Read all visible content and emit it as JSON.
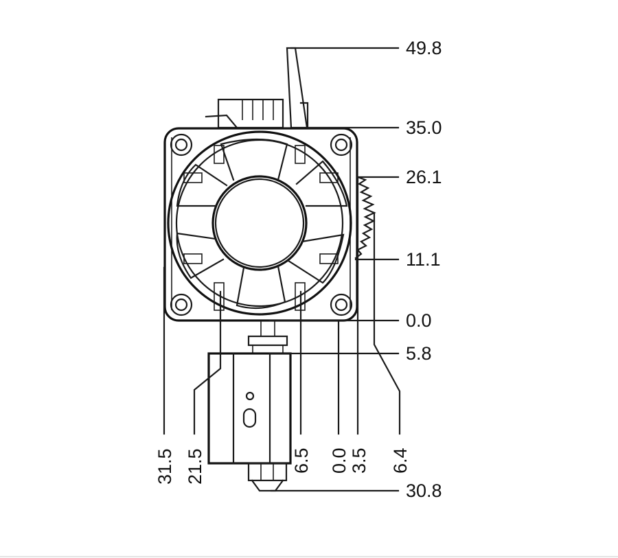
{
  "drawing": {
    "right_dims": [
      "49.8",
      "35.0",
      "26.1",
      "11.1",
      "0.0",
      "5.8",
      "30.8"
    ],
    "bottom_dims": [
      "31.5",
      "21.5",
      "6.5",
      "0.0",
      "3.5",
      "6.4"
    ]
  }
}
